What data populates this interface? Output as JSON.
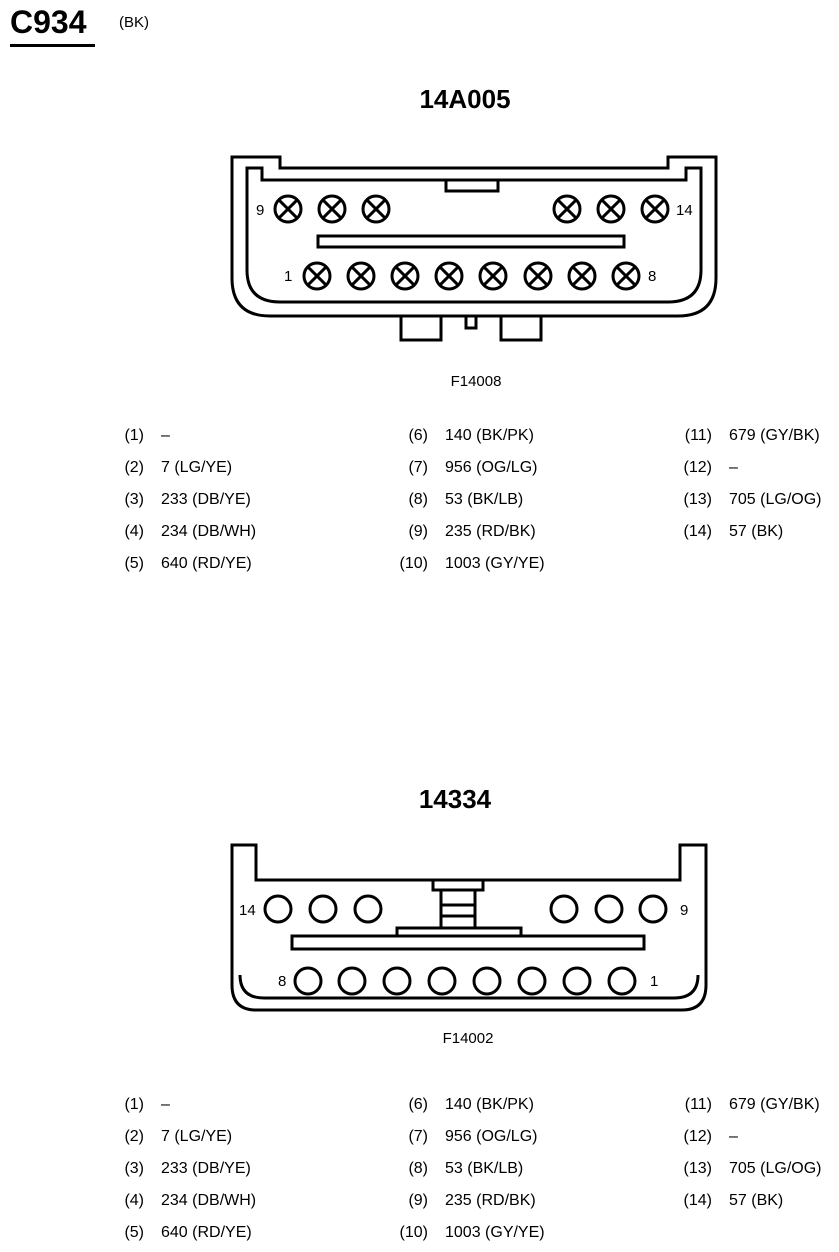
{
  "header": {
    "connector_id": "C934",
    "color_code": "(BK)"
  },
  "connectors": [
    {
      "part_number": "14A005",
      "figure_ref": "F14008",
      "pin_labels": {
        "top_left": "9",
        "top_right": "14",
        "bottom_left": "1",
        "bottom_right": "8"
      },
      "pins": [
        {
          "num": "(1)",
          "val": "–"
        },
        {
          "num": "(2)",
          "val": "7 (LG/YE)"
        },
        {
          "num": "(3)",
          "val": "233 (DB/YE)"
        },
        {
          "num": "(4)",
          "val": "234 (DB/WH)"
        },
        {
          "num": "(5)",
          "val": "640 (RD/YE)"
        },
        {
          "num": "(6)",
          "val": "140 (BK/PK)"
        },
        {
          "num": "(7)",
          "val": "956 (OG/LG)"
        },
        {
          "num": "(8)",
          "val": "53 (BK/LB)"
        },
        {
          "num": "(9)",
          "val": "235 (RD/BK)"
        },
        {
          "num": "(10)",
          "val": "1003 (GY/YE)"
        },
        {
          "num": "(11)",
          "val": "679 (GY/BK)"
        },
        {
          "num": "(12)",
          "val": "–"
        },
        {
          "num": "(13)",
          "val": "705 (LG/OG)"
        },
        {
          "num": "(14)",
          "val": "57 (BK)"
        }
      ]
    },
    {
      "part_number": "14334",
      "figure_ref": "F14002",
      "pin_labels": {
        "top_left": "14",
        "top_right": "9",
        "bottom_left": "8",
        "bottom_right": "1"
      },
      "pins": [
        {
          "num": "(1)",
          "val": "–"
        },
        {
          "num": "(2)",
          "val": "7 (LG/YE)"
        },
        {
          "num": "(3)",
          "val": "233 (DB/YE)"
        },
        {
          "num": "(4)",
          "val": "234 (DB/WH)"
        },
        {
          "num": "(5)",
          "val": "640 (RD/YE)"
        },
        {
          "num": "(6)",
          "val": "140 (BK/PK)"
        },
        {
          "num": "(7)",
          "val": "956 (OG/LG)"
        },
        {
          "num": "(8)",
          "val": "53 (BK/LB)"
        },
        {
          "num": "(9)",
          "val": "235 (RD/BK)"
        },
        {
          "num": "(10)",
          "val": "1003 (GY/YE)"
        },
        {
          "num": "(11)",
          "val": "679 (GY/BK)"
        },
        {
          "num": "(12)",
          "val": "–"
        },
        {
          "num": "(13)",
          "val": "705 (LG/OG)"
        },
        {
          "num": "(14)",
          "val": "57 (BK)"
        }
      ]
    }
  ]
}
